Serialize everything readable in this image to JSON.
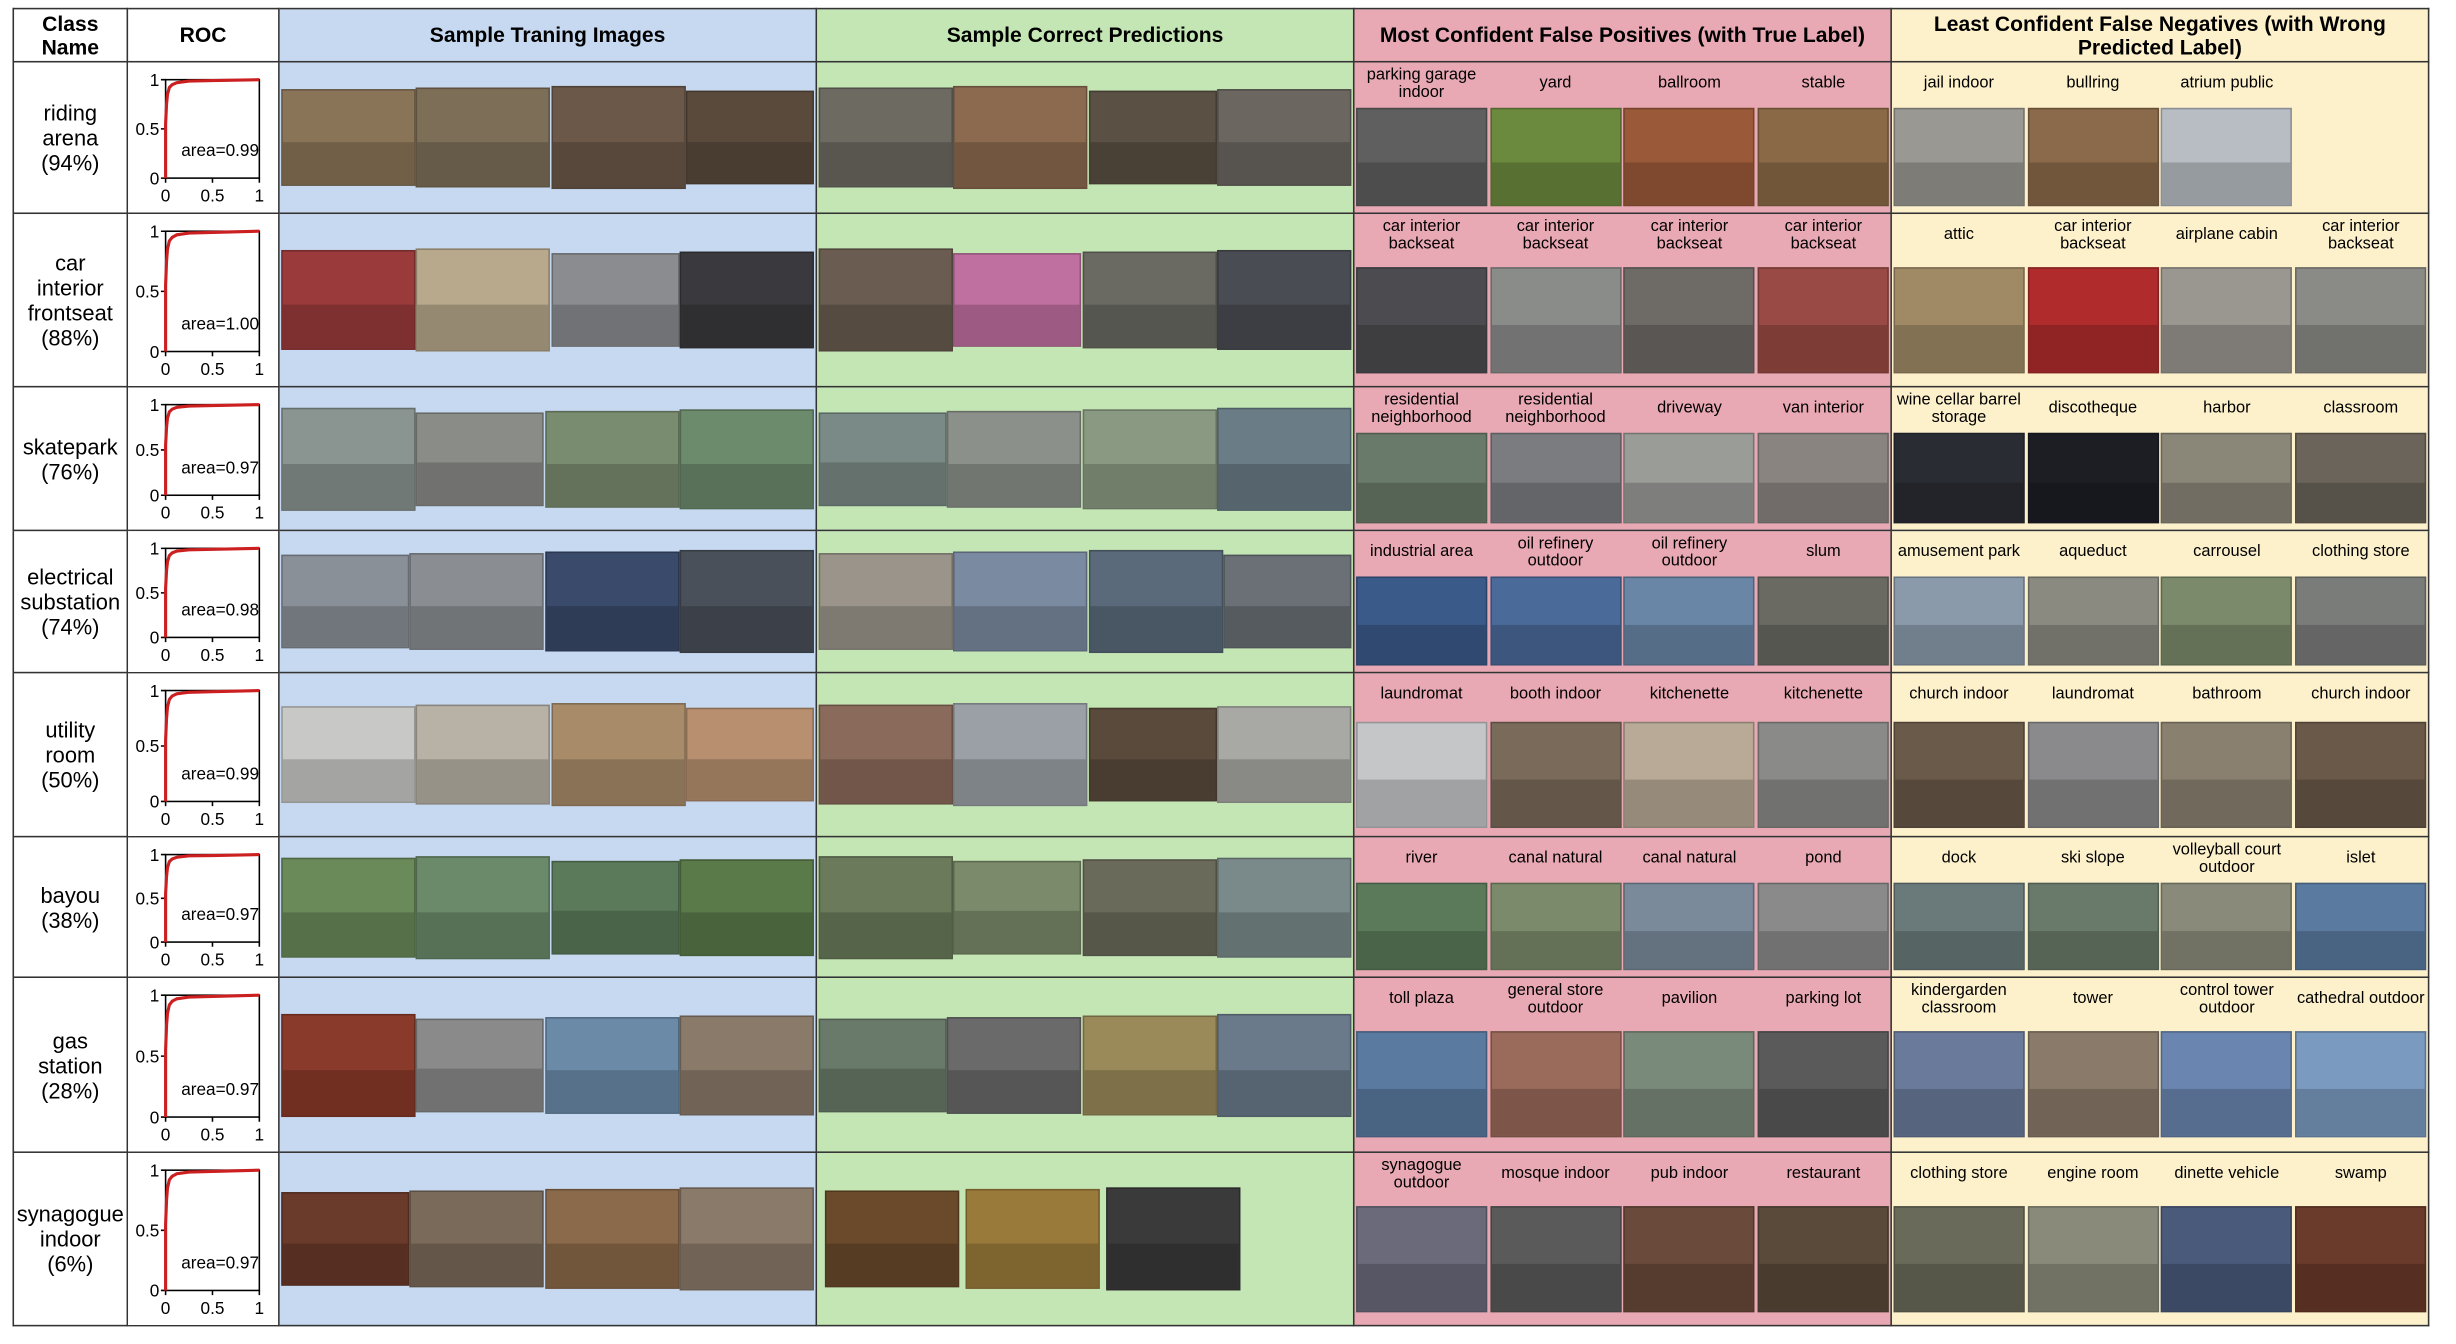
{
  "headers": {
    "class_name": "Class Name",
    "roc": "ROC",
    "train": "Sample Traning Images",
    "correct": "Sample Correct Predictions",
    "fp": "Most Confident False Positives (with True Label)",
    "fn": "Least Confident False Negatives (with Wrong Predicted Label)"
  },
  "roc_axis": {
    "x_ticks": [
      "0",
      "0.5",
      "1"
    ],
    "y_ticks": [
      "0",
      "0.5",
      "1"
    ]
  },
  "colors": {
    "roc_curve": "#cc1f1f",
    "train_bg": "#c6d9f1",
    "correct_bg": "#c4e6b5",
    "fp_bg": "#e9a9b4",
    "fn_bg": "#fdf1cc"
  },
  "rows": [
    {
      "class_lines": [
        "riding",
        "arena",
        "(94%)"
      ],
      "area": "area=0.99",
      "train_count": 4,
      "correct_count": 4,
      "train_colors": [
        "#8a7458",
        "#7d6e58",
        "#6b5848",
        "#5a4a3c"
      ],
      "correct_colors": [
        "#6d6a62",
        "#8b6a4f",
        "#5a5043",
        "#6b6660"
      ],
      "fp": [
        "parking garage indoor",
        "yard",
        "ballroom",
        "stable"
      ],
      "fp_colors": [
        "#5f5f60",
        "#6c8a3e",
        "#9a5a3a",
        "#8a6a46"
      ],
      "fn": [
        "jail indoor",
        "bullring",
        "atrium public",
        ""
      ],
      "fn_colors": [
        "#9a9892",
        "#8a6a4a",
        "#b8bdc4",
        ""
      ]
    },
    {
      "class_lines": [
        "car",
        "interior",
        "frontseat",
        "(88%)"
      ],
      "area": "area=1.00",
      "train_count": 4,
      "correct_count": 4,
      "train_colors": [
        "#9a3a3a",
        "#b8a88c",
        "#8a8c90",
        "#3a3a3e"
      ],
      "correct_colors": [
        "#6a5c50",
        "#c070a0",
        "#6a6a62",
        "#4a4c54"
      ],
      "fp": [
        "car interior backseat",
        "car interior backseat",
        "car interior backseat",
        "car interior backseat"
      ],
      "fp_colors": [
        "#4c4c50",
        "#8a8c8a",
        "#6e6a66",
        "#9a4a44"
      ],
      "fn": [
        "attic",
        "car interior backseat",
        "airplane cabin",
        "car interior backseat"
      ],
      "fn_colors": [
        "#a08a66",
        "#b02c2c",
        "#9a9690",
        "#8a8a86"
      ]
    },
    {
      "class_lines": [
        "skatepark",
        "(76%)"
      ],
      "area": "area=0.97",
      "train_count": 4,
      "correct_count": 4,
      "train_colors": [
        "#8a9490",
        "#8a8c88",
        "#7a8c70",
        "#6c8a6c"
      ],
      "correct_colors": [
        "#7a8a86",
        "#8c908a",
        "#8a9a82",
        "#6a7c86"
      ],
      "fp": [
        "residential neighborhood",
        "residential neighborhood",
        "driveway",
        "van interior"
      ],
      "fp_colors": [
        "#6a7a6a",
        "#7a7c80",
        "#9a9c98",
        "#8a8480"
      ],
      "fn": [
        "wine cellar barrel storage",
        "discotheque",
        "harbor",
        "classroom"
      ],
      "fn_colors": [
        "#2a2c34",
        "#1c1e24",
        "#8a8678",
        "#6a645a"
      ]
    },
    {
      "class_lines": [
        "electrical",
        "substation",
        "(74%)"
      ],
      "area": "area=0.98",
      "train_count": 4,
      "correct_count": 4,
      "train_colors": [
        "#8a9098",
        "#8a8e92",
        "#3a4a6a",
        "#4a505a"
      ],
      "correct_colors": [
        "#9a948a",
        "#7a8aa0",
        "#5a6a7a",
        "#6a7076"
      ],
      "fp": [
        "industrial area",
        "oil refinery outdoor",
        "oil refinery outdoor",
        "slum"
      ],
      "fp_colors": [
        "#3a5a8a",
        "#4a6a9a",
        "#6a86a6",
        "#6a6a62"
      ],
      "fn": [
        "amusement park",
        "aqueduct",
        "carrousel",
        "clothing store"
      ],
      "fn_colors": [
        "#8a9aaa",
        "#8a8a80",
        "#7a8a6a",
        "#7a7c7a"
      ]
    },
    {
      "class_lines": [
        "utility",
        "room",
        "(50%)"
      ],
      "area": "area=0.99",
      "train_count": 4,
      "correct_count": 4,
      "train_colors": [
        "#c8c8c6",
        "#b8b2a6",
        "#a88c6a",
        "#b89070"
      ],
      "correct_colors": [
        "#8a6a5a",
        "#9aa0a6",
        "#5a4a3c",
        "#a8a8a4"
      ],
      "fp": [
        "laundromat",
        "booth indoor",
        "kitchenette",
        "kitchenette"
      ],
      "fp_colors": [
        "#c4c6c8",
        "#7a6a5a",
        "#b8aa96",
        "#8a8a88"
      ],
      "fn": [
        "church indoor",
        "laundromat",
        "bathroom",
        "church indoor"
      ],
      "fn_colors": [
        "#6a5a4a",
        "#8a8a8c",
        "#8a8070",
        "#6a5848"
      ]
    },
    {
      "class_lines": [
        "bayou",
        "(38%)"
      ],
      "area": "area=0.97",
      "train_count": 4,
      "correct_count": 4,
      "train_colors": [
        "#6a8a5a",
        "#6a8a6a",
        "#5a7a5a",
        "#5a7a4a"
      ],
      "correct_colors": [
        "#6a7a5a",
        "#7a8a6a",
        "#6a6a5a",
        "#7a8a8a"
      ],
      "fp": [
        "river",
        "canal natural",
        "canal natural",
        "pond"
      ],
      "fp_colors": [
        "#5a7a5a",
        "#7a8a6a",
        "#7a8a9a",
        "#8a8a8a"
      ],
      "fn": [
        "dock",
        "ski slope",
        "volleyball court outdoor",
        "islet"
      ],
      "fn_colors": [
        "#6a7a7a",
        "#6a7a6a",
        "#8a8a7a",
        "#5a7aa0"
      ]
    },
    {
      "class_lines": [
        "gas",
        "station",
        "(28%)"
      ],
      "area": "area=0.97",
      "train_count": 4,
      "correct_count": 4,
      "train_colors": [
        "#8a3a2a",
        "#8a8a8a",
        "#6a8aa8",
        "#8a7a6a"
      ],
      "correct_colors": [
        "#6a7a6a",
        "#6a6a6a",
        "#9a8a5a",
        "#6a7a8a"
      ],
      "fp": [
        "toll plaza",
        "general store outdoor",
        "pavilion",
        "parking lot"
      ],
      "fp_colors": [
        "#5a7aa0",
        "#9a6a5a",
        "#7a8a7a",
        "#5a5a5a"
      ],
      "fn": [
        "kindergarden classroom",
        "tower",
        "control tower outdoor",
        "cathedral outdoor"
      ],
      "fn_colors": [
        "#6a7a9a",
        "#8a7a6a",
        "#6a86b0",
        "#7a9ac0"
      ]
    },
    {
      "class_lines": [
        "synagogue",
        "indoor",
        "(6%)"
      ],
      "area": "area=0.97",
      "train_count": 4,
      "correct_count": 3,
      "train_colors": [
        "#6a3a2a",
        "#7a6a5a",
        "#8a6a4a",
        "#8a7a6a"
      ],
      "correct_colors": [
        "#6a4a2a",
        "#9a7a3a",
        "#3a3a3a"
      ],
      "fp": [
        "synagogue outdoor",
        "mosque indoor",
        "pub indoor",
        "restaurant"
      ],
      "fp_colors": [
        "#6a6a7a",
        "#5a5a5a",
        "#6a4a3a",
        "#5a4a3a"
      ],
      "fn": [
        "clothing store",
        "engine room",
        "dinette vehicle",
        "swamp"
      ],
      "fn_colors": [
        "#6a6a5a",
        "#8a8a7a",
        "#4a5a7a",
        "#6a3a2a"
      ]
    }
  ]
}
